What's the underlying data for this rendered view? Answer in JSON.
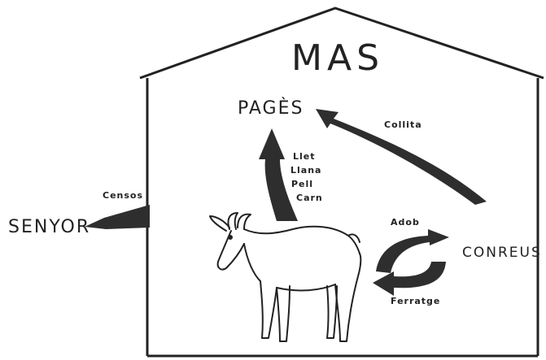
{
  "title": "MAS",
  "nodes": {
    "pages": "PAGÈS",
    "senyor": "SENYOR",
    "conreus": "CONREUS"
  },
  "flows": {
    "collita": "Collita",
    "censos": "Censos",
    "adob": "Adob",
    "ferratge": "Ferratge",
    "products": [
      "Llet",
      "Llana",
      "Pell",
      "Carn"
    ]
  },
  "colors": {
    "ink": "#222222",
    "arrow": "#2e2e2e",
    "paper": "#ffffff"
  }
}
